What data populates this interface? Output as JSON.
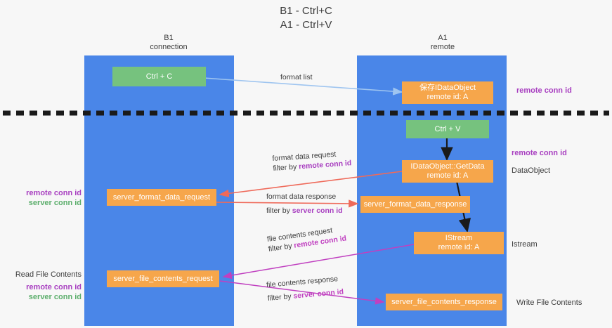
{
  "title": {
    "line1": "B1 - Ctrl+C",
    "line2": "A1 - Ctrl+V"
  },
  "columns": [
    {
      "name": "B1",
      "role": "connection"
    },
    {
      "name": "A1",
      "role": "remote"
    }
  ],
  "nodes": {
    "ctrl_c": {
      "label": "Ctrl + C",
      "color": "#76c27e"
    },
    "save_dataobject": {
      "line1": "保存IDataObject",
      "line2": "remote id: A",
      "color": "#f6a64b"
    },
    "ctrl_v": {
      "label": "Ctrl + V",
      "color": "#76c27e"
    },
    "getdata": {
      "line1": "IDataObject::GetData",
      "line2": "remote id: A",
      "color": "#f6a64b"
    },
    "server_format_data_request": {
      "label": "server_format_data_request",
      "color": "#f6a64b"
    },
    "server_format_data_response": {
      "label": "server_format_data_response",
      "color": "#f6a64b"
    },
    "istream": {
      "line1": "IStream",
      "line2": "remote id: A",
      "color": "#f6a64b"
    },
    "server_file_contents_request": {
      "label": "server_file_contents_request",
      "color": "#f6a64b"
    },
    "server_file_contents_response": {
      "label": "server_file_contents_response",
      "color": "#f6a64b"
    }
  },
  "right_labels": {
    "remote_conn_id_top": "remote conn id",
    "remote_conn_id_mid": "remote conn id",
    "dataobject": "DataObject",
    "istream": "Istream",
    "write_file_contents": "Write File Contents"
  },
  "left_labels": {
    "remote_conn_id": "remote conn id",
    "server_conn_id": "server conn id",
    "read_file_contents": "Read File Contents",
    "remote_conn_id_2": "remote conn id",
    "server_conn_id_2": "server conn id"
  },
  "edge_labels": {
    "format_list": "format list",
    "format_data_request": "format data request",
    "format_data_request_filter_prefix": "filter by ",
    "format_data_request_filter_key": "remote conn id",
    "format_data_response": "format data response",
    "format_data_response_filter_prefix": "filter by ",
    "format_data_response_filter_key": "server conn id",
    "file_contents_request": "file contents request",
    "file_contents_request_filter_prefix": "filter by ",
    "file_contents_request_filter_key": "remote conn id",
    "file_contents_response": "file contents response",
    "file_contents_response_filter_prefix": "filter by ",
    "file_contents_response_filter_key": "server conn id"
  },
  "colors": {
    "lane": "#4a86e8",
    "orange": "#f6a64b",
    "green": "#76c27e",
    "purple": "#a83fc0",
    "green_text": "#5aad6a",
    "arrow_blue": "#9fc5f0",
    "arrow_red": "#ef6a5a",
    "arrow_magenta": "#c040c0",
    "arrow_black": "#1a1a1a",
    "separator": "#1a1a1a",
    "background": "#f7f7f7"
  }
}
